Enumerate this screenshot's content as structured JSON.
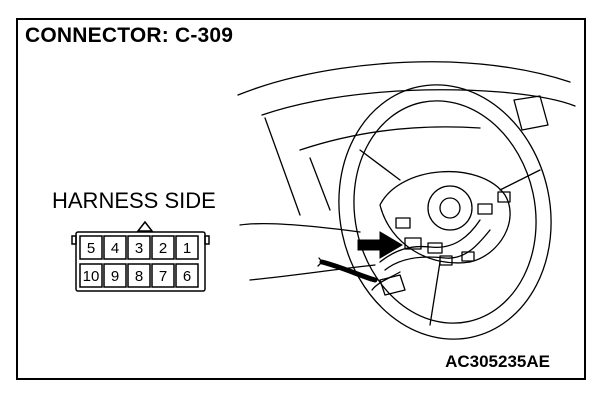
{
  "header": {
    "title": "CONNECTOR: C-309"
  },
  "connector": {
    "side_label": "HARNESS SIDE",
    "top_row_pins": [
      "5",
      "4",
      "3",
      "2",
      "1"
    ],
    "bottom_row_pins": [
      "10",
      "9",
      "8",
      "7",
      "6"
    ]
  },
  "footer": {
    "figure_id": "AC305235AE"
  }
}
